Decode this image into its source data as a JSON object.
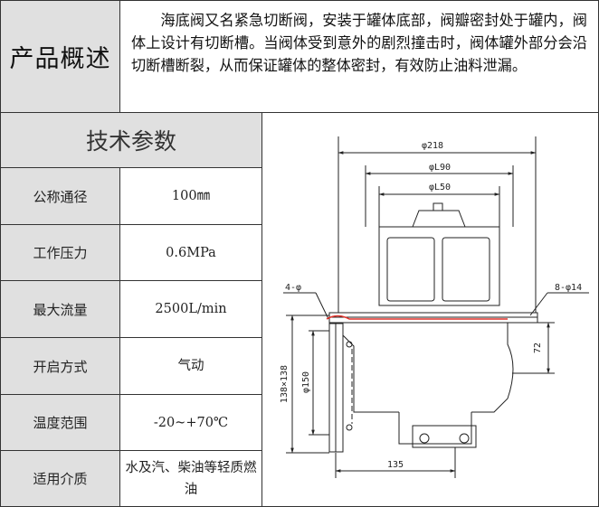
{
  "overview": {
    "label": "产品概述",
    "text": "海底阀又名紧急切断阀，安装于罐体底部，阀瓣密封处于罐内，阀体上设计有切断槽。当阀体受到意外的剧烈撞击时，阀体罐外部分会沿切断槽断裂，从而保证罐体的整体密封，有效防止油料泄漏。"
  },
  "params": {
    "title": "技术参数",
    "rows": [
      {
        "label": "公称通径",
        "value": "100㎜"
      },
      {
        "label": "工作压力",
        "value": "0.6MPa"
      },
      {
        "label": "最大流量",
        "value": "2500L/min"
      },
      {
        "label": "开启方式",
        "value": "气动"
      },
      {
        "label": "温度范围",
        "value": "-20~+70℃"
      },
      {
        "label": "适用介质",
        "value": "水及汽、柴油等轻质燃油"
      }
    ]
  },
  "drawing": {
    "dims": {
      "d218": "φ218",
      "d190": "φL90",
      "d150": "φL50",
      "hole_left": "4-φ",
      "hole_right": "8-φ14",
      "h72": "72",
      "h138": "138×138",
      "d150v": "φ150",
      "w135": "135"
    }
  }
}
